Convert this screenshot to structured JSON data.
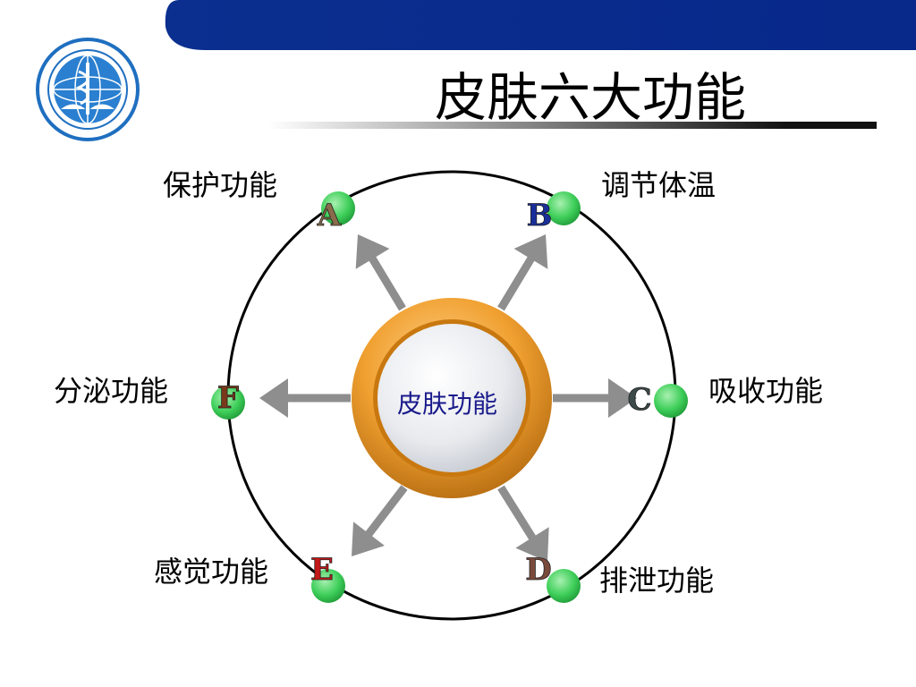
{
  "title": "皮肤六大功能",
  "colors": {
    "bar": "#0a2f8f",
    "node": "#3fcf5a",
    "arrow": "#8e8e8e",
    "ring": "#e8901c",
    "center_text": "#1a1a8c"
  },
  "center": {
    "label": "皮肤功能"
  },
  "functions": [
    {
      "letter": "A",
      "label": "保护功能",
      "letter_color": "#8a6b4a"
    },
    {
      "letter": "B",
      "label": "调节体温",
      "letter_color": "#1a2f9a"
    },
    {
      "letter": "C",
      "label": "吸收功能",
      "letter_color": "#3c4a4a"
    },
    {
      "letter": "D",
      "label": "排泄功能",
      "letter_color": "#7a4a3a"
    },
    {
      "letter": "E",
      "label": "感觉功能",
      "letter_color": "#c41818"
    },
    {
      "letter": "F",
      "label": "分泌功能",
      "letter_color": "#7a3a1a"
    }
  ]
}
